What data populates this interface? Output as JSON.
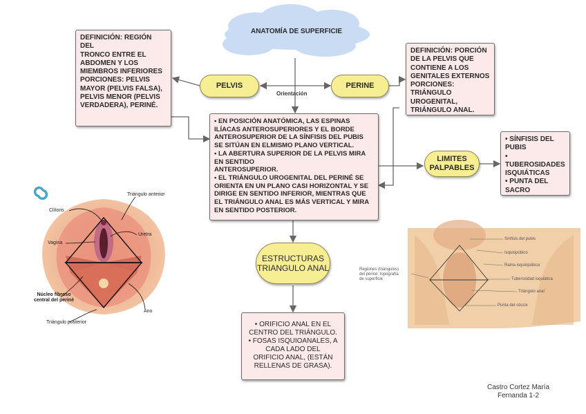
{
  "title": "ANATOMÍA DE SUPERFICIE",
  "nodes": {
    "pelvis": "PELVIS",
    "perine": "PERINE",
    "limites": "LIMITES\nPALPABLES",
    "estructuras": "ESTRUCTURAS\nTRIANGULO ANAL"
  },
  "orientation_label": "Orientación",
  "boxes": {
    "pelvis_def": "DEFINICIÓN: REGIÓN DEL\nTRONCO ENTRE EL\nABDOMEN Y LOS\nMIEMBROS INFERIORES\nPORCIONES: PELVIS\nMAYOR (PELVIS FALSA),\nPELVIS MENOR (PELVIS\nVERDADERA), PERINÉ.",
    "perine_def": "DEFINICIÓN: PORCIÓN\nDE LA PELVIS QUE\nCONTIENE A LOS\nGENITALES EXTERNOS\nPORCIONES:\nTRIÁNGULO\nUROGENITAL,\nTRIÁNGULO ANAL.",
    "orientation": "• EN POSICIÓN ANATÓMICA, LAS ESPINAS\nILÍACAS ANTEROSUPERIORES Y EL BORDE\nANTEROSUPERIOR DE LA SÍNFISIS DEL PUBIS\nSE SITÚAN EN ELMISMO PLANO VERTICAL.\n• LA ABERTURA SUPERIOR DE LA PELVIS MIRA\nEN SENTIDO\nANTEROSUPERIOR.\n• EL TRIÁNGULO UROGENITAL DEL PERINÉ SE\nORIENTA EN UN PLANO CASI HORIZONTAL Y SE\nDIRIGE EN SENTIDO INFERIOR, MIENTRAS QUE\nEL TRIÁNGULO ANAL ES MÁS VERTICAL Y MIRA\nEN SENTIDO POSTERIOR.",
    "limites": "• SÍNFISIS DEL\nPUBIS\n• TUBEROSIDADES\nISQUIÁTICAS\n• PUNTA DEL\nSACRO",
    "anal": "• ORIFICIO ANAL EN EL\nCENTRO DEL TRIÁNGULO.\n• FOSAS ISQUIOANALES, A\nCADA LADO DEL\nORIFICIO ANAL, (ESTÁN\nRELLENAS DE GRASA)."
  },
  "illustration_labels": {
    "anterior": "Triángulo anterior",
    "clitoris": "Clítoris",
    "uretra": "Uretra",
    "vagina": "Vagina",
    "nucleo": "Núcleo fibroso\ncentral del periné",
    "ano": "Ano",
    "posterior": "Triángulo posterior"
  },
  "photo_labels": {
    "sinfisis": "Sínfisis del pubis",
    "isquio": "Isquiopúbico",
    "rama": "Rama isquiopúbica",
    "tuberosidad": "Tuberosidad isquiática",
    "triangulo": "Triángulo anal",
    "punta": "Punta del cóccix",
    "left": "Regiones (triángulos)\ndel periné: topografía\nde superficie"
  },
  "credit": "Castro Cortez María\nFernanda 1-2",
  "colors": {
    "cloud": "#c9dcf3",
    "box_fill": "#fce9e9",
    "pill_fill": "#f7ee93",
    "connector": "#666666",
    "logo": "#4aa6c2"
  }
}
